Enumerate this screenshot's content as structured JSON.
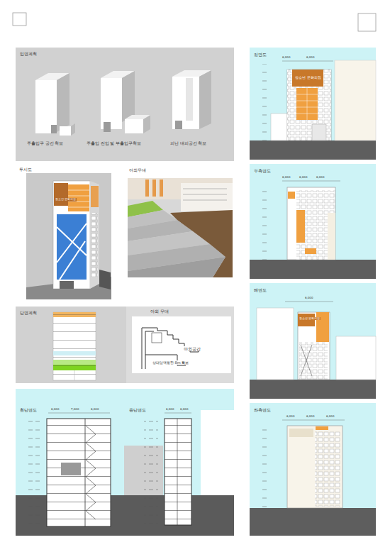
{
  "diagram": {
    "nodes": [
      {
        "text": [
          "입면계획"
        ]
      },
      {
        "text": [
          "투시도"
        ]
      },
      {
        "text": [
          "야외무대"
        ]
      },
      {
        "text": [
          "단면계획"
        ]
      },
      {
        "text": [
          "야외 무대"
        ],
        "in": 3
      },
      {
        "text": [
          "횡단면도",
          "종단면도"
        ]
      },
      {
        "text": [
          "정면도"
        ]
      },
      {
        "text": [
          "우측면도"
        ]
      },
      {
        "text": [
          "배면도"
        ]
      },
      {
        "text": [
          "좌측면도"
        ]
      }
    ],
    "labels": [
      "주출입구 공간 확보",
      "주출입 진입 및 부출입구확보",
      "피난 대피공간 확보",
      "청소년 문화의집",
      "야외공간",
      "상대앞액동판 8m 확보",
      "청소년 문화의집",
      "청소년 문화의집",
      "6,000",
      "6,000",
      "6,000",
      "6,000",
      "6,000",
      "6,000",
      "7,000",
      "6,000",
      "6,000",
      "6,000",
      "6,000",
      "6,000",
      "6,000",
      "6,000"
    ]
  }
}
